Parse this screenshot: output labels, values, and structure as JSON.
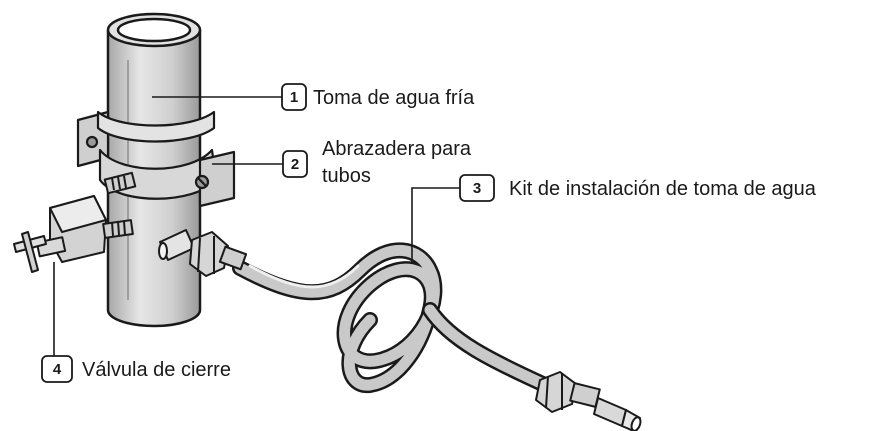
{
  "callouts": [
    {
      "number": "1",
      "label": "Toma de agua fría"
    },
    {
      "number": "2",
      "label_line1": "Abrazadera para",
      "label_line2": "tubos"
    },
    {
      "number": "3",
      "label": "Kit de instalación de toma de agua"
    },
    {
      "number": "4",
      "label": "Válvula de cierre"
    }
  ],
  "colors": {
    "metal_fill": "#d0d0d0",
    "metal_light": "#eeeeee",
    "metal_dark": "#9c9c9c",
    "outline": "#1a1a1a"
  }
}
